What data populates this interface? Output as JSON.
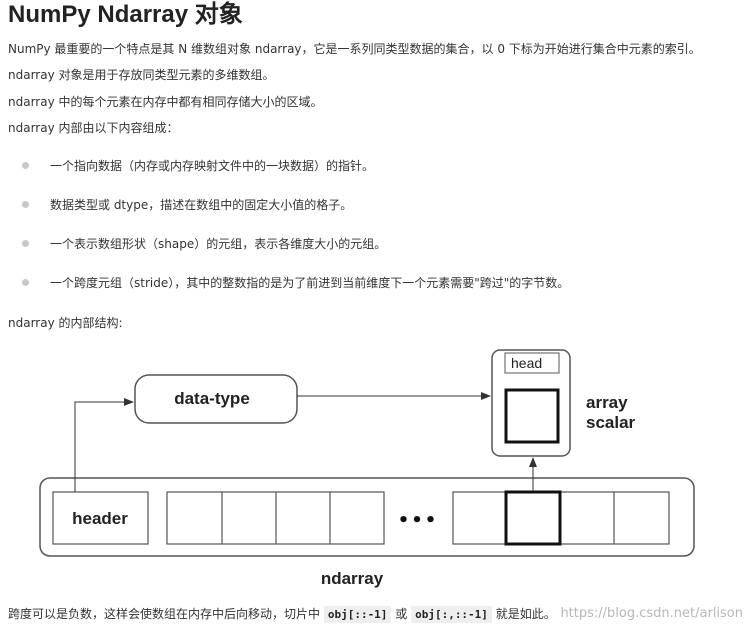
{
  "title": "NumPy Ndarray 对象",
  "paragraphs": [
    "NumPy 最重要的一个特点是其 N 维数组对象 ndarray，它是一系列同类型数据的集合，以 0 下标为开始进行集合中元素的索引。",
    "ndarray 对象是用于存放同类型元素的多维数组。",
    "ndarray 中的每个元素在内存中都有相同存储大小的区域。",
    "ndarray 内部由以下内容组成："
  ],
  "bullets": [
    "一个指向数据（内存或内存映射文件中的一块数据）的指针。",
    "数据类型或 dtype，描述在数组中的固定大小值的格子。",
    "一个表示数组形状（shape）的元组，表示各维度大小的元组。",
    "一个跨度元组（stride），其中的整数指的是为了前进到当前维度下一个元素需要\"跨过\"的字节数。"
  ],
  "structure_label": "ndarray 的内部结构:",
  "diagram": {
    "data_type": "data-type",
    "head": "head",
    "array_scalar_line1": "array",
    "array_scalar_line2": "scalar",
    "header": "header",
    "ellipsis": "•••",
    "ndarray": "ndarray"
  },
  "footer": {
    "text_before": "跨度可以是负数，这样会使数组在内存中后向移动，切片中 ",
    "code1": "obj[::-1]",
    "text_middle": " 或 ",
    "code2": "obj[:,::-1]",
    "text_after": " 就是如此。"
  },
  "watermark": "https://blog.csdn.net/arlison"
}
